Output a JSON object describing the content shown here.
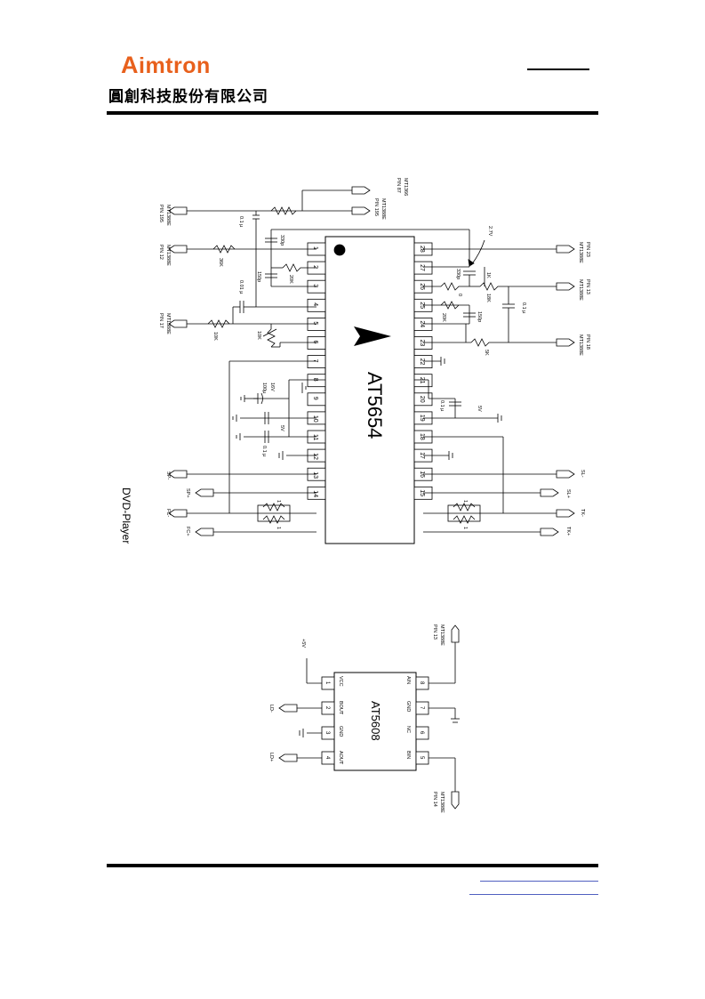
{
  "header": {
    "logo_initial": "A",
    "logo_rest": "imtron",
    "company_name": "圓創科技股份有限公司",
    "brand_color": "#e8601c"
  },
  "diagram1": {
    "caption": "DVD-Player",
    "chip_name": "AT5654",
    "left_pins": [
      "1",
      "2",
      "3",
      "4",
      "5",
      "6",
      "7",
      "8",
      "9",
      "10",
      "11",
      "12",
      "13",
      "14"
    ],
    "right_pins": [
      "28",
      "27",
      "26",
      "25",
      "24",
      "23",
      "22",
      "21",
      "20",
      "19",
      "18",
      "17",
      "16",
      "15"
    ],
    "mt1366": "MT1366",
    "pin87": "PIN 87",
    "mt1388e": "MT1388E",
    "pin195": "PIN 195",
    "pin12": "PIN 12",
    "pin17": "PIN 17",
    "pin23": "PIN 23",
    "pin13": "PIN 13",
    "pin18": "PIN 18",
    "c330p": "330p",
    "c150p": "150p",
    "c001u": "0.01 µ",
    "c01u": "0.1 µ",
    "r36k": "36K",
    "r20k": "20K",
    "r10k": "10K",
    "r1k": "1K",
    "r18k": "18K",
    "r5k": "5K",
    "r0": "0",
    "r1": "1",
    "v27": "2.7V",
    "v5": "5V",
    "c16v": "16V",
    "c100u": "100µ",
    "sp_minus": "SP-",
    "sp_plus": "SP+",
    "fc_minus": "FC-",
    "fc_plus": "FC+",
    "sl_minus": "SL-",
    "sl_plus": "SL+",
    "tk_minus": "TK-",
    "tk_plus": "TK+"
  },
  "diagram2": {
    "chip_name": "AT5608",
    "pins": [
      "1",
      "2",
      "3",
      "4",
      "5",
      "6",
      "7",
      "8"
    ],
    "pin_labels": [
      "VCC",
      "BOUT",
      "GND",
      "AOUT",
      "BIN",
      "NC",
      "GND",
      "AIN"
    ],
    "plus5v": "+5V",
    "ld_minus": "LD-",
    "ld_plus": "LD+",
    "mt1388e": "MT1388E",
    "pin13": "PIN 13",
    "pin14": "PIN 14"
  }
}
